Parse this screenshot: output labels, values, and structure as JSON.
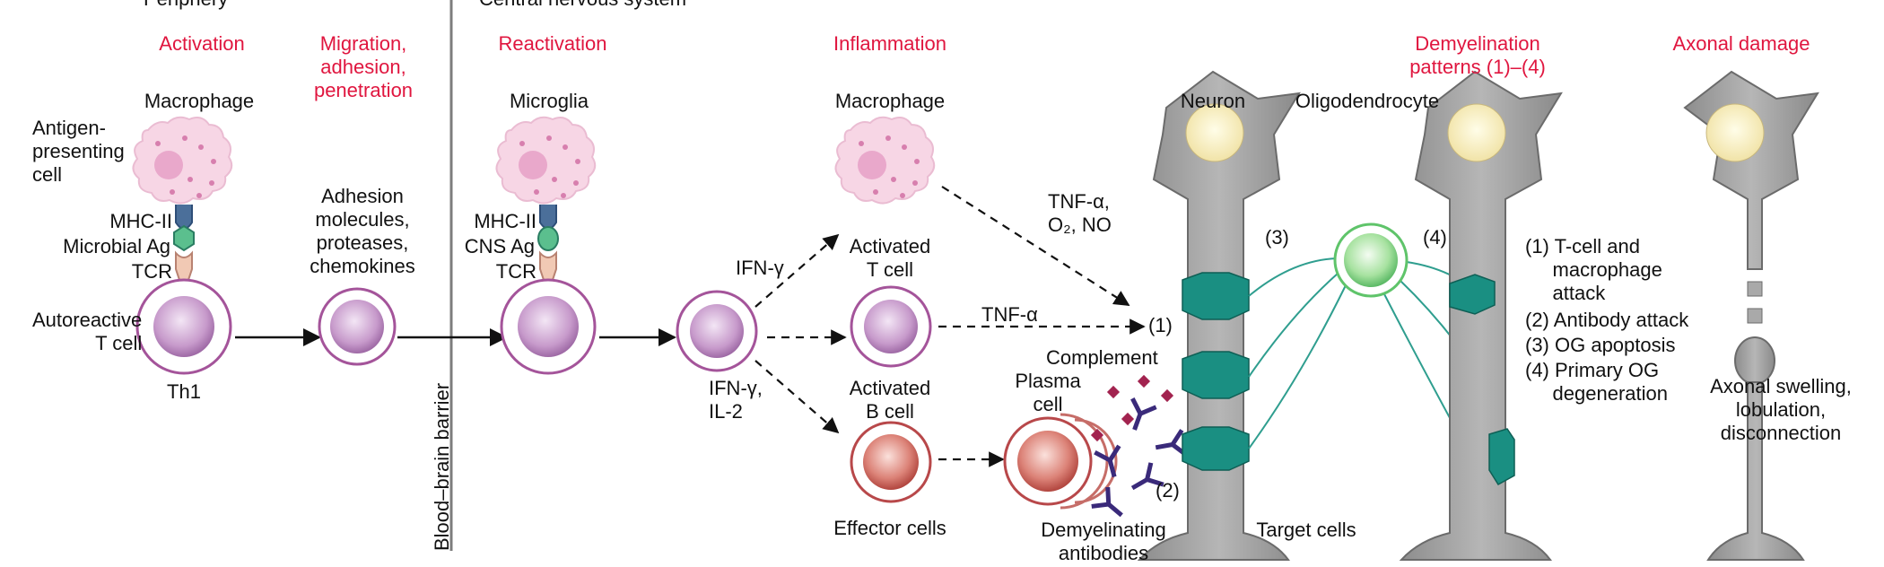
{
  "regions": {
    "periphery": "Periphery",
    "cns": "Central nervous system"
  },
  "stages": {
    "activation": "Activation",
    "migration": "Migration,\nadhesion,\npenetration",
    "reactivation": "Reactivation",
    "inflammation": "Inflammation",
    "demyelination": "Demyelination\npatterns (1)–(4)",
    "axonal": "Axonal damage"
  },
  "labels": {
    "macrophage_left": "Macrophage",
    "apc": "Antigen-\npresenting\ncell",
    "mhc_left": "MHC-II",
    "microbial_ag": "Microbial Ag",
    "tcr_left": "TCR",
    "autoreactive": "Autoreactive\nT cell",
    "th1": "Th1",
    "adhesion": "Adhesion\nmolecules,\nproteases,\nchemokines",
    "bbb": "Blood–brain barrier",
    "microglia": "Microglia",
    "mhc_right": "MHC-II",
    "cns_ag": "CNS Ag",
    "tcr_right": "TCR",
    "ifn_g": "IFN-γ",
    "ifn_il2": "IFN-γ,\nIL-2",
    "macrophage_mid": "Macrophage",
    "activated_t": "Activated\nT cell",
    "activated_b": "Activated\nB cell",
    "effector": "Effector cells",
    "plasma": "Plasma\ncell",
    "demyel_ab": "Demyelinating\nantibodies",
    "tnf_o2_no": "TNF-α,\nO₂, NO",
    "tnf_a": "TNF-α",
    "complement": "Complement",
    "mark1": "(1)",
    "mark2": "(2)",
    "mark3": "(3)",
    "mark4": "(4)",
    "neuron": "Neuron",
    "oligodendrocyte": "Oligodendrocyte",
    "target_cells": "Target cells",
    "axonal_swelling": "Axonal swelling,\nlobulation,\ndisconnection"
  },
  "legend": [
    "(1) T-cell and\n     macrophage\n     attack",
    "(2) Antibody attack",
    "(3) OG apoptosis",
    "(4) Primary OG\n     degeneration"
  ],
  "colors": {
    "stage_red": "#e0163f",
    "neuron_gray": "#8c8c8c",
    "myelin_teal": "#1a8f82",
    "t_cell_purple": "#a4549a",
    "b_cell_red": "#b8484a",
    "oligo_green": "#5fc46a",
    "antibody_navy": "#3a2a7a"
  }
}
